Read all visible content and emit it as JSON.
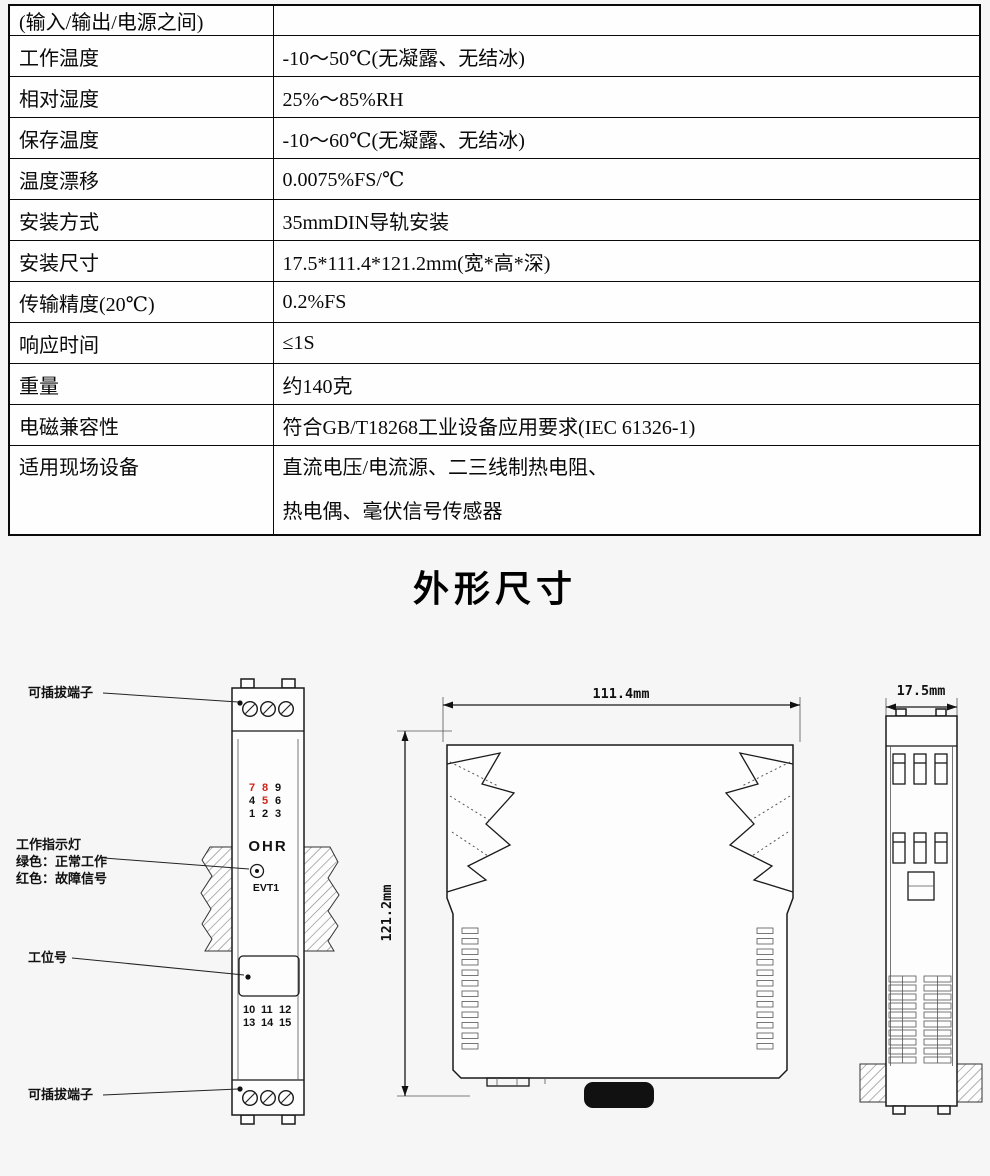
{
  "spec_table": {
    "rows": [
      {
        "label": "(输入/输出/电源之间)",
        "value": ""
      },
      {
        "label": "工作温度",
        "value": "-10～50℃(无凝露、无结冰)"
      },
      {
        "label": "相对湿度",
        "value": "25%～85%RH"
      },
      {
        "label": "保存温度",
        "value": "-10～60℃(无凝露、无结冰)"
      },
      {
        "label": "温度漂移",
        "value": "0.0075%FS/℃"
      },
      {
        "label": "安装方式",
        "value": "35mmDIN导轨安装"
      },
      {
        "label": "安装尺寸",
        "value": "17.5*111.4*121.2mm(宽*高*深)"
      },
      {
        "label": "传输精度(20℃)",
        "value": "0.2%FS"
      },
      {
        "label": "响应时间",
        "value": "≤1S"
      },
      {
        "label": "重量",
        "value": "约140克"
      },
      {
        "label": "电磁兼容性",
        "value": "符合GB/T18268工业设备应用要求(IEC 61326-1)"
      },
      {
        "label": "适用现场设备",
        "value": "直流电压/电流源、二三线制热电阻、",
        "value2": "热电偶、毫伏信号传感器"
      }
    ]
  },
  "section_title": "外形尺寸",
  "diagram": {
    "callouts": {
      "top_terminal": "可插拔端子",
      "indicator_title": "工作指示灯",
      "indicator_green": "绿色：正常工作",
      "indicator_red": "红色：故障信号",
      "station": "工位号",
      "bottom_terminal": "可插拔端子"
    },
    "front": {
      "brand": "OHR",
      "led": "EVT1",
      "top_row1": [
        "7",
        "8",
        "9"
      ],
      "top_row2": [
        "4",
        "5",
        "6"
      ],
      "top_row3": [
        "1",
        "2",
        "3"
      ],
      "bottom_row1": [
        "10",
        "11",
        "12"
      ],
      "bottom_row2": [
        "13",
        "14",
        "15"
      ]
    },
    "dimensions": {
      "width": "111.4mm",
      "height": "121.2mm",
      "depth": "17.5mm"
    },
    "colors": {
      "terminal_red": "#cf2418",
      "line": "#1a1a1a"
    }
  }
}
